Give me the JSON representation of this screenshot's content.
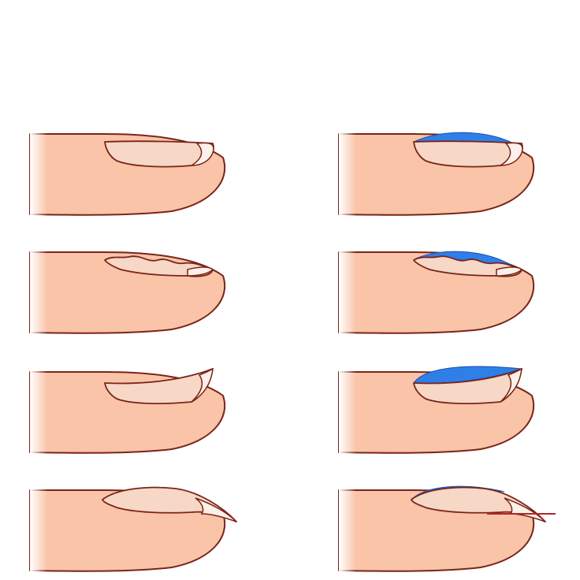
{
  "diagram": {
    "rows": [
      {
        "shape": "flat",
        "left": {
          "gel": false
        },
        "right": {
          "gel": true
        }
      },
      {
        "shape": "wavy",
        "left": {
          "gel": false
        },
        "right": {
          "gel": true
        }
      },
      {
        "shape": "ski-jump",
        "left": {
          "gel": false
        },
        "right": {
          "gel": true
        }
      },
      {
        "shape": "hooked",
        "left": {
          "gel": false
        },
        "right": {
          "gel": true,
          "guide_line": true
        }
      }
    ],
    "colors": {
      "skin": "#f9c4a8",
      "outline": "#7a2418",
      "nail_plate": "#f7d7c6",
      "free_edge": "#fbf0ea",
      "gel_overlay": "#2f7fe8",
      "guide_line": "#b3262a"
    }
  }
}
